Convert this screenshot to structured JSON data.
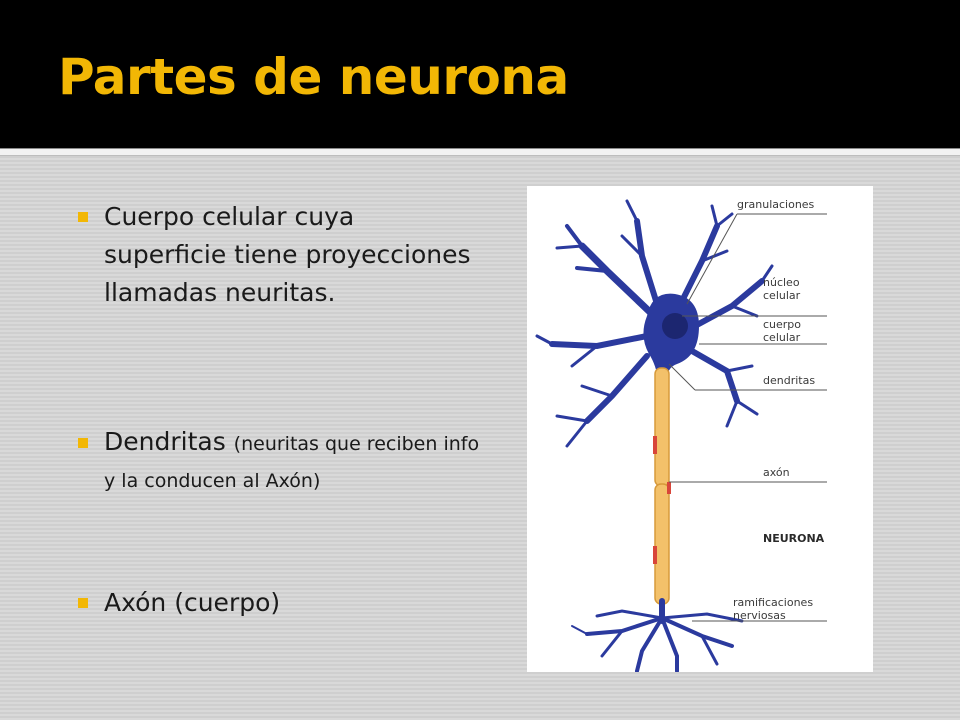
{
  "slide": {
    "title": "Partes de neurona",
    "accent_color": "#f2b705",
    "bullets": [
      {
        "text": "Cuerpo celular cuya superficie tiene proyecciones llamadas neuritas."
      },
      {
        "main": "Dendritas",
        "detail": "(neuritas que reciben info y la conducen al Axón)"
      },
      {
        "text": "Axón (cuerpo)"
      }
    ]
  },
  "figure": {
    "labels": {
      "granulaciones": "granulaciones",
      "nucleo_1": "núcleo",
      "nucleo_2": "celular",
      "cuerpo_1": "cuerpo",
      "cuerpo_2": "celular",
      "dendritas": "dendritas",
      "axon": "axón",
      "neurona": "NEURONA",
      "ramificaciones_1": "ramificaciones",
      "ramificaciones_2": "nerviosas"
    },
    "colors": {
      "cell": "#2b3a9e",
      "axon": "#f3c16a",
      "node": "#d8463a"
    }
  }
}
